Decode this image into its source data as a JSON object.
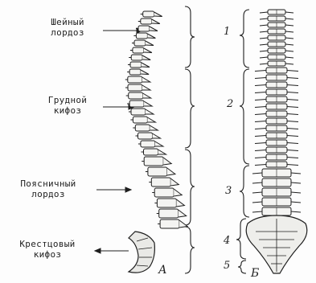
{
  "left_view": {
    "letter": "А",
    "regions": [
      {
        "line1": "Шейный",
        "line2": "лордоз"
      },
      {
        "line1": "Грудной",
        "line2": "кифоз"
      },
      {
        "line1": "Поясничный",
        "line2": "лордоз"
      },
      {
        "line1": "Крестцовый",
        "line2": "кифоз"
      }
    ]
  },
  "right_view": {
    "letter": "Б",
    "sections": [
      "1",
      "2",
      "3",
      "4",
      "5"
    ]
  },
  "colors": {
    "ink": "#1e1e1e",
    "bone": "#f4f4f2"
  }
}
